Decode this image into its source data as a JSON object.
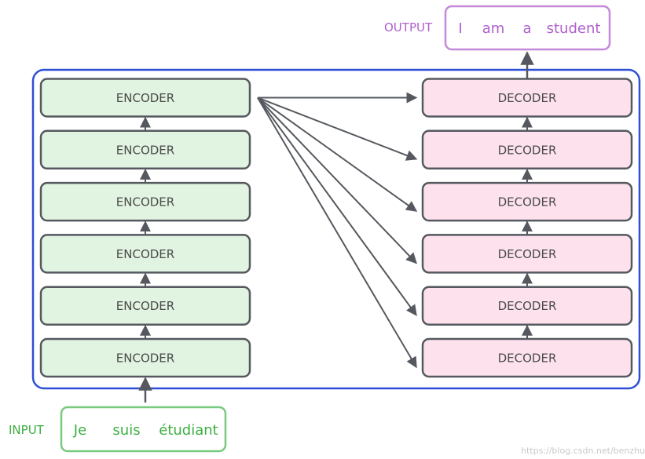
{
  "colors": {
    "frame": "#2f4fd6",
    "encoder_fill": "#e1f3e1",
    "decoder_fill": "#fde2ee",
    "block_stroke": "#55595f",
    "arrow": "#55595f",
    "input": "#79c97f",
    "input_text": "#3cae40",
    "output": "#c688d8",
    "output_text": "#b060cc"
  },
  "encoder_stack": {
    "blocks": [
      "ENCODER",
      "ENCODER",
      "ENCODER",
      "ENCODER",
      "ENCODER",
      "ENCODER"
    ]
  },
  "decoder_stack": {
    "blocks": [
      "DECODER",
      "DECODER",
      "DECODER",
      "DECODER",
      "DECODER",
      "DECODER"
    ]
  },
  "input": {
    "tag": "INPUT",
    "words": [
      "Je",
      "suis",
      "étudiant"
    ]
  },
  "output": {
    "tag": "OUTPUT",
    "words": [
      "I",
      "am",
      "a",
      "student"
    ]
  },
  "watermark": "https://blog.csdn.net/benzhujie"
}
